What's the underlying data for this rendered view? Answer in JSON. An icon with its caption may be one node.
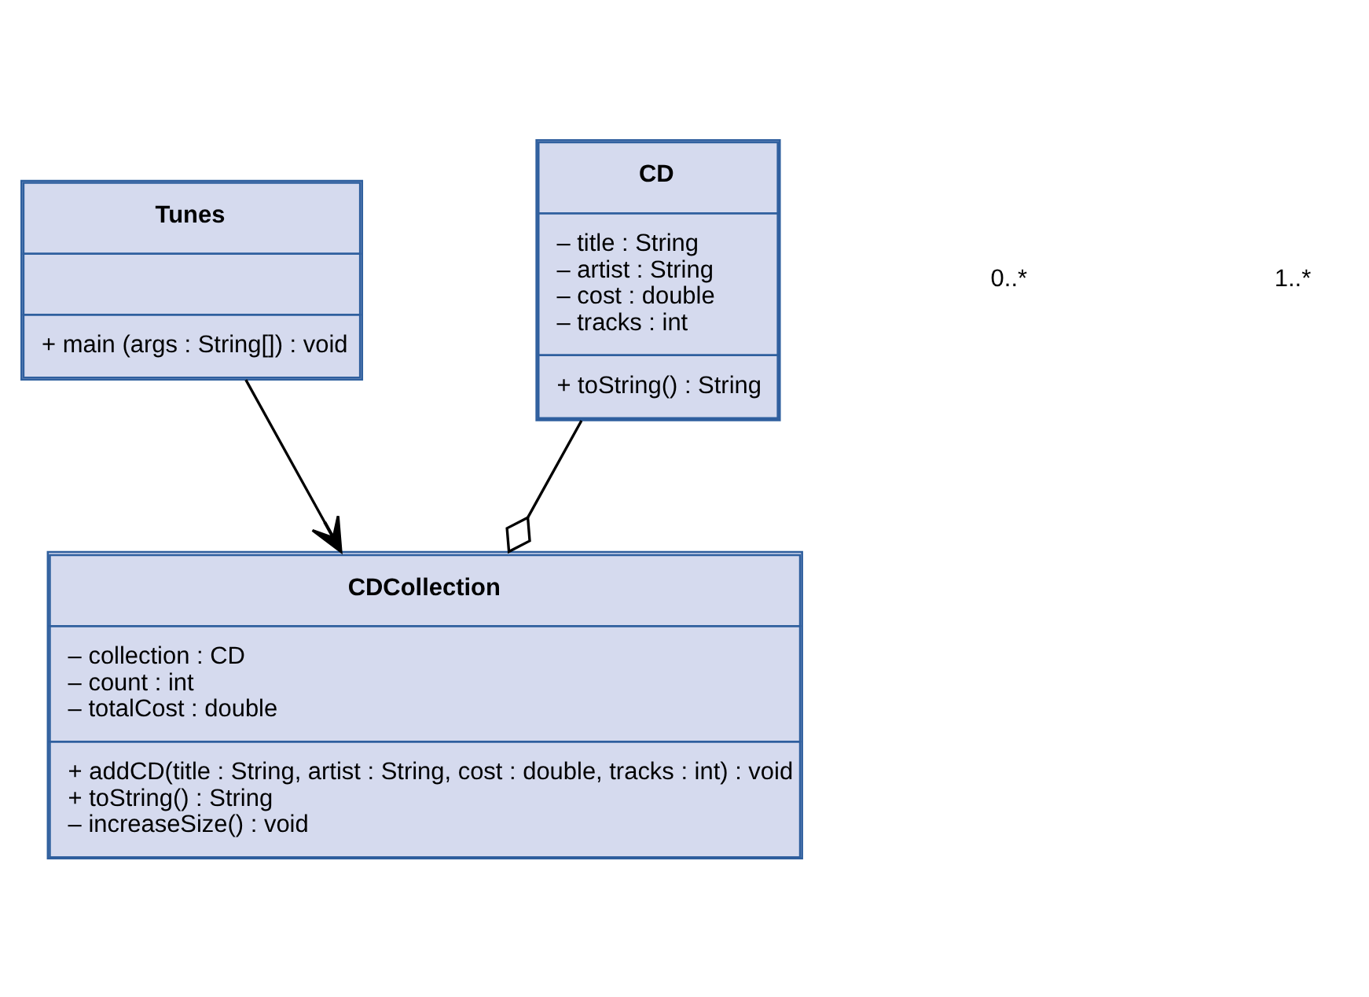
{
  "diagram": {
    "nodes": [
      {
        "text": [
          "Tunes",
          "+ main (args : String[]) : void"
        ]
      },
      {
        "text": [
          "CD",
          "– title : String – artist : String – cost : double – tracks : int",
          "+ toString() : String"
        ]
      },
      {
        "text": [
          "CDCollection",
          "– collection : CD – count : int – totalCost : double",
          "+ addCD(title : String, artist : String, cost : double, tracks : int) : void + toString() : String – increaseSize() : void"
        ]
      }
    ],
    "edges": [
      {
        "from": 0,
        "to": 2,
        "arrow": "to"
      },
      {
        "from": 1,
        "to": 2,
        "arrow": "other"
      }
    ],
    "labels": [
      "0..*",
      "1..*"
    ]
  }
}
